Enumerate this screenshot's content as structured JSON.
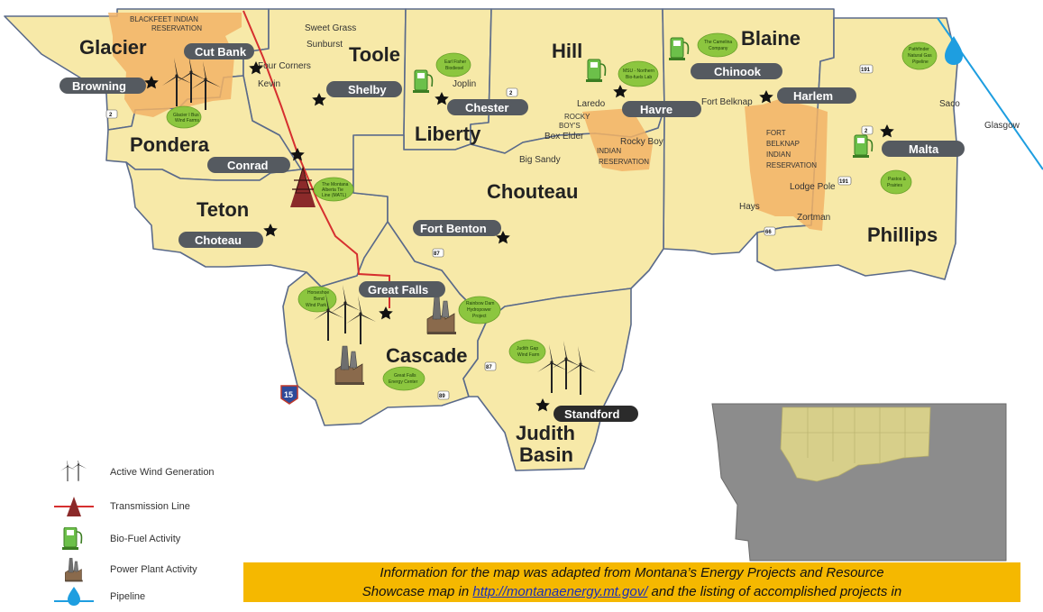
{
  "counties": [
    {
      "key": "glacier",
      "name": "Glacier"
    },
    {
      "key": "toole",
      "name": "Toole"
    },
    {
      "key": "liberty",
      "name": "Liberty"
    },
    {
      "key": "hill",
      "name": "Hill"
    },
    {
      "key": "blaine",
      "name": "Blaine"
    },
    {
      "key": "pondera",
      "name": "Pondera"
    },
    {
      "key": "teton",
      "name": "Teton"
    },
    {
      "key": "chouteau",
      "name": "Chouteau"
    },
    {
      "key": "phillips",
      "name": "Phillips"
    },
    {
      "key": "cascade",
      "name": "Cascade"
    },
    {
      "key": "judith1",
      "name": "Judith"
    },
    {
      "key": "judith2",
      "name": "Basin"
    }
  ],
  "pills": [
    {
      "key": "cutbank",
      "label": "Cut Bank"
    },
    {
      "key": "browning",
      "label": "Browning"
    },
    {
      "key": "shelby",
      "label": "Shelby"
    },
    {
      "key": "chester",
      "label": "Chester"
    },
    {
      "key": "havre",
      "label": "Havre"
    },
    {
      "key": "chinook",
      "label": "Chinook"
    },
    {
      "key": "harlem",
      "label": "Harlem"
    },
    {
      "key": "malta",
      "label": "Malta"
    },
    {
      "key": "conrad",
      "label": "Conrad"
    },
    {
      "key": "choteau",
      "label": "Choteau"
    },
    {
      "key": "fortbenton",
      "label": "Fort Benton"
    },
    {
      "key": "greatfalls",
      "label": "Great Falls"
    },
    {
      "key": "standford",
      "label": "Standford"
    }
  ],
  "towns": [
    {
      "key": "sweetgrass",
      "name": "Sweet Grass"
    },
    {
      "key": "sunburst",
      "name": "Sunburst"
    },
    {
      "key": "fourcorners",
      "name": "Four Corners"
    },
    {
      "key": "kevin",
      "name": "Kevin"
    },
    {
      "key": "joplin",
      "name": "Joplin"
    },
    {
      "key": "laredo",
      "name": "Laredo"
    },
    {
      "key": "fortbelknap",
      "name": "Fort Belknap"
    },
    {
      "key": "saco",
      "name": "Saco"
    },
    {
      "key": "glasgow",
      "name": "Glasgow"
    },
    {
      "key": "boxelder",
      "name": "Box Elder"
    },
    {
      "key": "rockyboy",
      "name": "Rocky Boy"
    },
    {
      "key": "bigsandy",
      "name": "Big Sandy"
    },
    {
      "key": "lodgepole",
      "name": "Lodge Pole"
    },
    {
      "key": "hays",
      "name": "Hays"
    },
    {
      "key": "zortman",
      "name": "Zortman"
    }
  ],
  "reservations": {
    "blackfeet": [
      "BLACKFEET INDIAN",
      "RESERVATION"
    ],
    "rockyboys": [
      "ROCKY",
      "BOY'S",
      "INDIAN",
      "RESERVATION"
    ],
    "fortbelknap": [
      "FORT",
      "BELKNAP",
      "INDIAN",
      "RESERVATION"
    ]
  },
  "projects": [
    {
      "key": "glacier_wind",
      "lines": [
        "Glacier I Bus",
        "Wind Farms"
      ]
    },
    {
      "key": "mate",
      "lines": [
        "The Montana",
        "Alberta Tie",
        "Line (MATL)"
      ]
    },
    {
      "key": "earl_fisher",
      "lines": [
        "Earl Fisher",
        "Biodiesel"
      ]
    },
    {
      "key": "msu",
      "lines": [
        "MSU - Northern",
        "Bio-fuels Lab"
      ]
    },
    {
      "key": "camelina",
      "lines": [
        "The Camelina",
        "Company"
      ]
    },
    {
      "key": "pathfinder",
      "lines": [
        "Pathfinder",
        "Natural Gas",
        "Pipeline"
      ]
    },
    {
      "key": "pulses",
      "lines": [
        "Pastos &",
        "Prairies"
      ]
    },
    {
      "key": "horseshoe",
      "lines": [
        "Horseshoe",
        "Bend",
        "Wind Park"
      ]
    },
    {
      "key": "rainbow",
      "lines": [
        "Rainbow Dam",
        "Hydropower",
        "Project"
      ]
    },
    {
      "key": "gfenergy",
      "lines": [
        "Great Falls",
        "Energy Center"
      ]
    },
    {
      "key": "judithgap",
      "lines": [
        "Judith Gap",
        "Wind Farm"
      ]
    }
  ],
  "routes": [
    {
      "key": "r2a",
      "num": "2"
    },
    {
      "key": "r2b",
      "num": "2"
    },
    {
      "key": "r2c",
      "num": "2"
    },
    {
      "key": "r191a",
      "num": "191"
    },
    {
      "key": "r191b",
      "num": "191"
    },
    {
      "key": "r66",
      "num": "66"
    },
    {
      "key": "r87a",
      "num": "87"
    },
    {
      "key": "r87b",
      "num": "87"
    },
    {
      "key": "r89",
      "num": "89"
    },
    {
      "key": "r15",
      "num": "15"
    }
  ],
  "legend": [
    {
      "icon": "wind-turbine-icon",
      "label": "Active Wind Generation"
    },
    {
      "icon": "transmission-tower-icon",
      "label": "Transmission Line"
    },
    {
      "icon": "fuel-pump-icon",
      "label": "Bio-Fuel Activity"
    },
    {
      "icon": "power-plant-icon",
      "label": "Power Plant Activity"
    },
    {
      "icon": "water-drop-icon",
      "label": "Pipeline"
    }
  ],
  "note": {
    "line1": "Information for the map was adapted from Montana’s Energy Projects and Resource",
    "line2_before": "Showcase map in ",
    "link": "http://montanaenergy.mt.gov/",
    "line2_after": " and the listing of accomplished projects in"
  },
  "colors": {
    "county_fill": "#f7e9a8",
    "reservation": "#f2b366",
    "transmission": "#d62f2f",
    "pipeline": "#1e9ee0",
    "biofuel": "#6cc04a",
    "note_bg": "#f5b800",
    "inset_state": "#8c8c8c",
    "inset_highlight": "#d7cf8a"
  }
}
